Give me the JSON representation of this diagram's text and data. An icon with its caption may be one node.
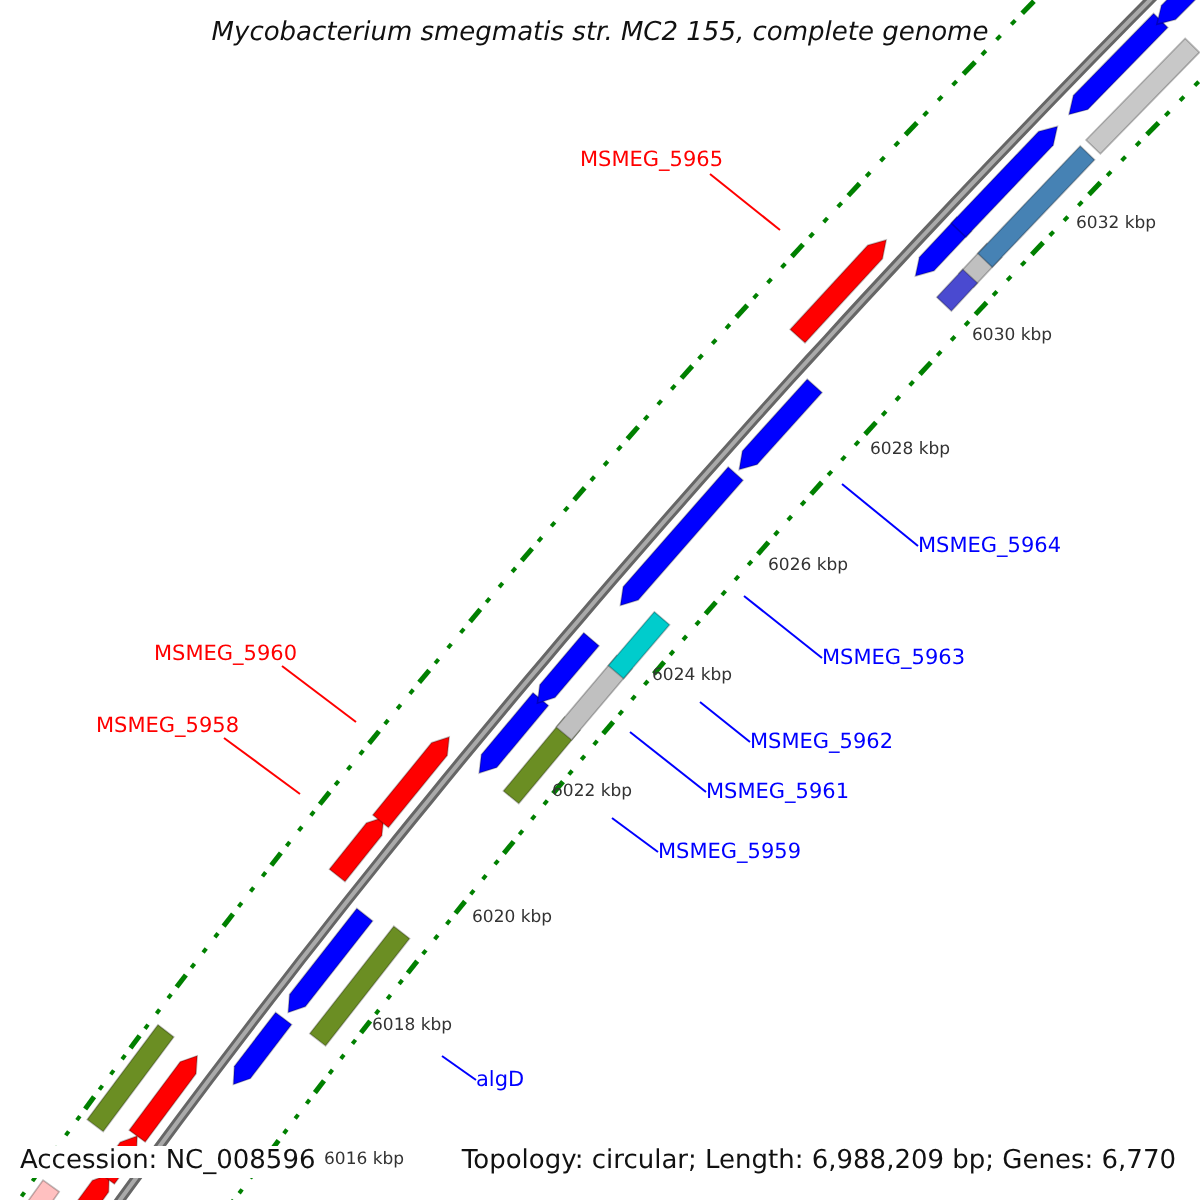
{
  "diagram": {
    "title": "Mycobacterium smegmatis str. MC2 155, complete genome",
    "nodes": [
      {
        "text": [
          "MSMEG_5965"
        ]
      },
      {
        "text": [
          "MSMEG_5964"
        ]
      },
      {
        "text": [
          "MSMEG_5963"
        ]
      },
      {
        "text": [
          "MSMEG_5960"
        ]
      },
      {
        "text": [
          "MSMEG_5962"
        ]
      },
      {
        "text": [
          "MSMEG_5958"
        ]
      },
      {
        "text": [
          "MSMEG_5961"
        ]
      },
      {
        "text": [
          "MSMEG_5959"
        ]
      },
      {
        "text": [
          "algD"
        ]
      }
    ],
    "edges": [
      {
        "from": 0,
        "to": null,
        "arrow": "none",
        "color": "#ff0000"
      },
      {
        "from": 1,
        "to": null,
        "arrow": "none"
      },
      {
        "from": 2,
        "to": null,
        "arrow": "none"
      },
      {
        "from": 3,
        "to": null,
        "arrow": "none",
        "color": "#ff0000"
      },
      {
        "from": 4,
        "to": null,
        "arrow": "none"
      },
      {
        "from": 5,
        "to": null,
        "arrow": "none",
        "color": "#ff0000"
      },
      {
        "from": 6,
        "to": null,
        "arrow": "none"
      },
      {
        "from": 7,
        "to": null,
        "arrow": "none"
      },
      {
        "from": 8,
        "to": null,
        "arrow": "none"
      }
    ],
    "labels": [
      "6032 kbp",
      "6030 kbp",
      "6028 kbp",
      "6026 kbp",
      "6024 kbp",
      "6022 kbp",
      "6020 kbp",
      "6018 kbp",
      "6016 kbp",
      "Accession: NC_008596",
      "Topology: circular; Length: 6,988,209 bp; Genes: 6,770"
    ]
  }
}
